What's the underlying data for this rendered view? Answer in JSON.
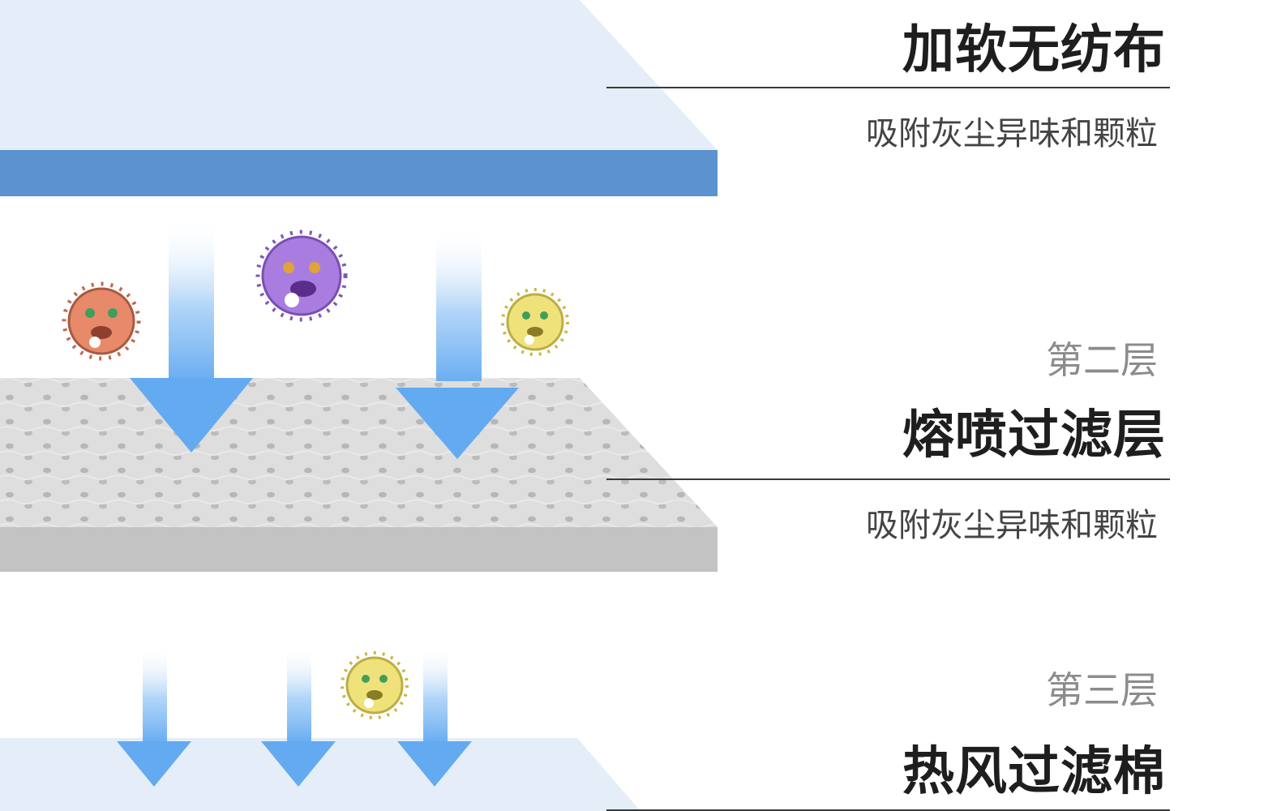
{
  "layers": [
    {
      "label": "",
      "title": "加软无纺布",
      "description": "吸附灰尘异味和颗粒",
      "colors": {
        "top": "#e5eef8",
        "edge": "#5a93cf"
      }
    },
    {
      "label": "第二层",
      "title": "熔喷过滤层",
      "description": "吸附灰尘异味和颗粒",
      "colors": {
        "top": "#dcdcdc",
        "edge": "#c3c3c3"
      }
    },
    {
      "label": "第三层",
      "title": "热风过滤棉",
      "description": "",
      "colors": {
        "top": "#e5eef8"
      }
    }
  ],
  "germs": [
    {
      "icon": "germ-icon",
      "color": "#e8896a"
    },
    {
      "icon": "germ-icon",
      "color": "#a97de0"
    },
    {
      "icon": "germ-icon",
      "color": "#efe27a"
    },
    {
      "icon": "germ-icon",
      "color": "#efe27a"
    }
  ],
  "arrow_color": "#64aaf0"
}
